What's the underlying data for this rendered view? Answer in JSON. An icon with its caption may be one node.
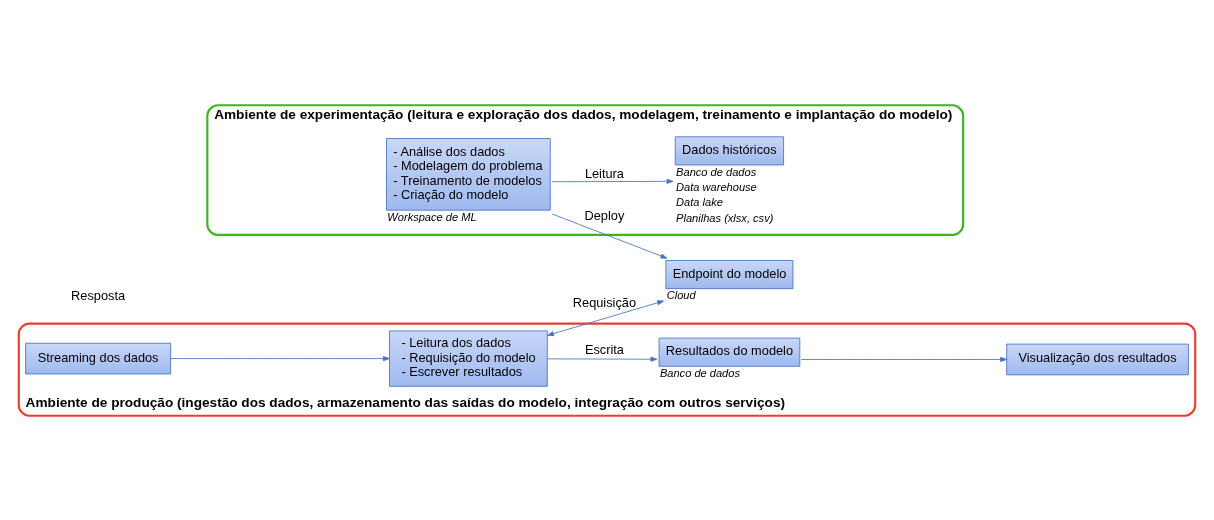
{
  "diagram": {
    "nodes": [
      {
        "text": [
          "Ambiente de experimentação (leitura e exploração dos dados, modelagem, treinamento e implantação do modelo)"
        ]
      },
      {
        "text": [
          "Dados históricos"
        ],
        "in": 0,
        "beside": [
          "Banco de dados",
          "Data warehouse",
          "Data lake",
          "Planilhas (xlsx, csv)"
        ]
      },
      {
        "text": [
          "- Análise dos dados",
          "- Modelagem do problema",
          "- Treinamento de modelos",
          "- Criação do modelo"
        ],
        "in": 0,
        "beside": [
          "Workspace de ML"
        ]
      },
      {
        "text": [
          "Ambiente de produção (ingestão dos dados, armazenamento das saídas do modelo, integração com outros serviços)"
        ]
      },
      {
        "text": [
          "Streaming dos dados"
        ],
        "in": 3
      },
      {
        "text": [
          "Visualização dos resultados"
        ],
        "in": 3
      },
      {
        "text": [
          "- Leitura dos dados",
          "- Requisição do modelo",
          "- Escrever resultados"
        ],
        "in": 3
      },
      {
        "text": [
          "Resultados do modelo"
        ],
        "in": 3,
        "beside": [
          "Banco de dados"
        ]
      },
      {
        "text": [
          "Endpoint do modelo"
        ],
        "beside": [
          "Cloud"
        ]
      }
    ],
    "edges": [
      {
        "from": 2,
        "to": 1,
        "arrow": "to",
        "label": "Leitura"
      },
      {
        "from": 2,
        "to": 8,
        "arrow": "to",
        "label": "Deploy"
      },
      {
        "from": 6,
        "to": 8,
        "arrow": "both",
        "label": "Requisição"
      },
      {
        "from": 4,
        "to": 6,
        "arrow": "to"
      },
      {
        "from": 6,
        "to": 7,
        "arrow": "to",
        "label": "Escrita"
      },
      {
        "from": 7,
        "to": 5,
        "arrow": "to"
      }
    ],
    "labels": [
      "Resposta"
    ]
  }
}
